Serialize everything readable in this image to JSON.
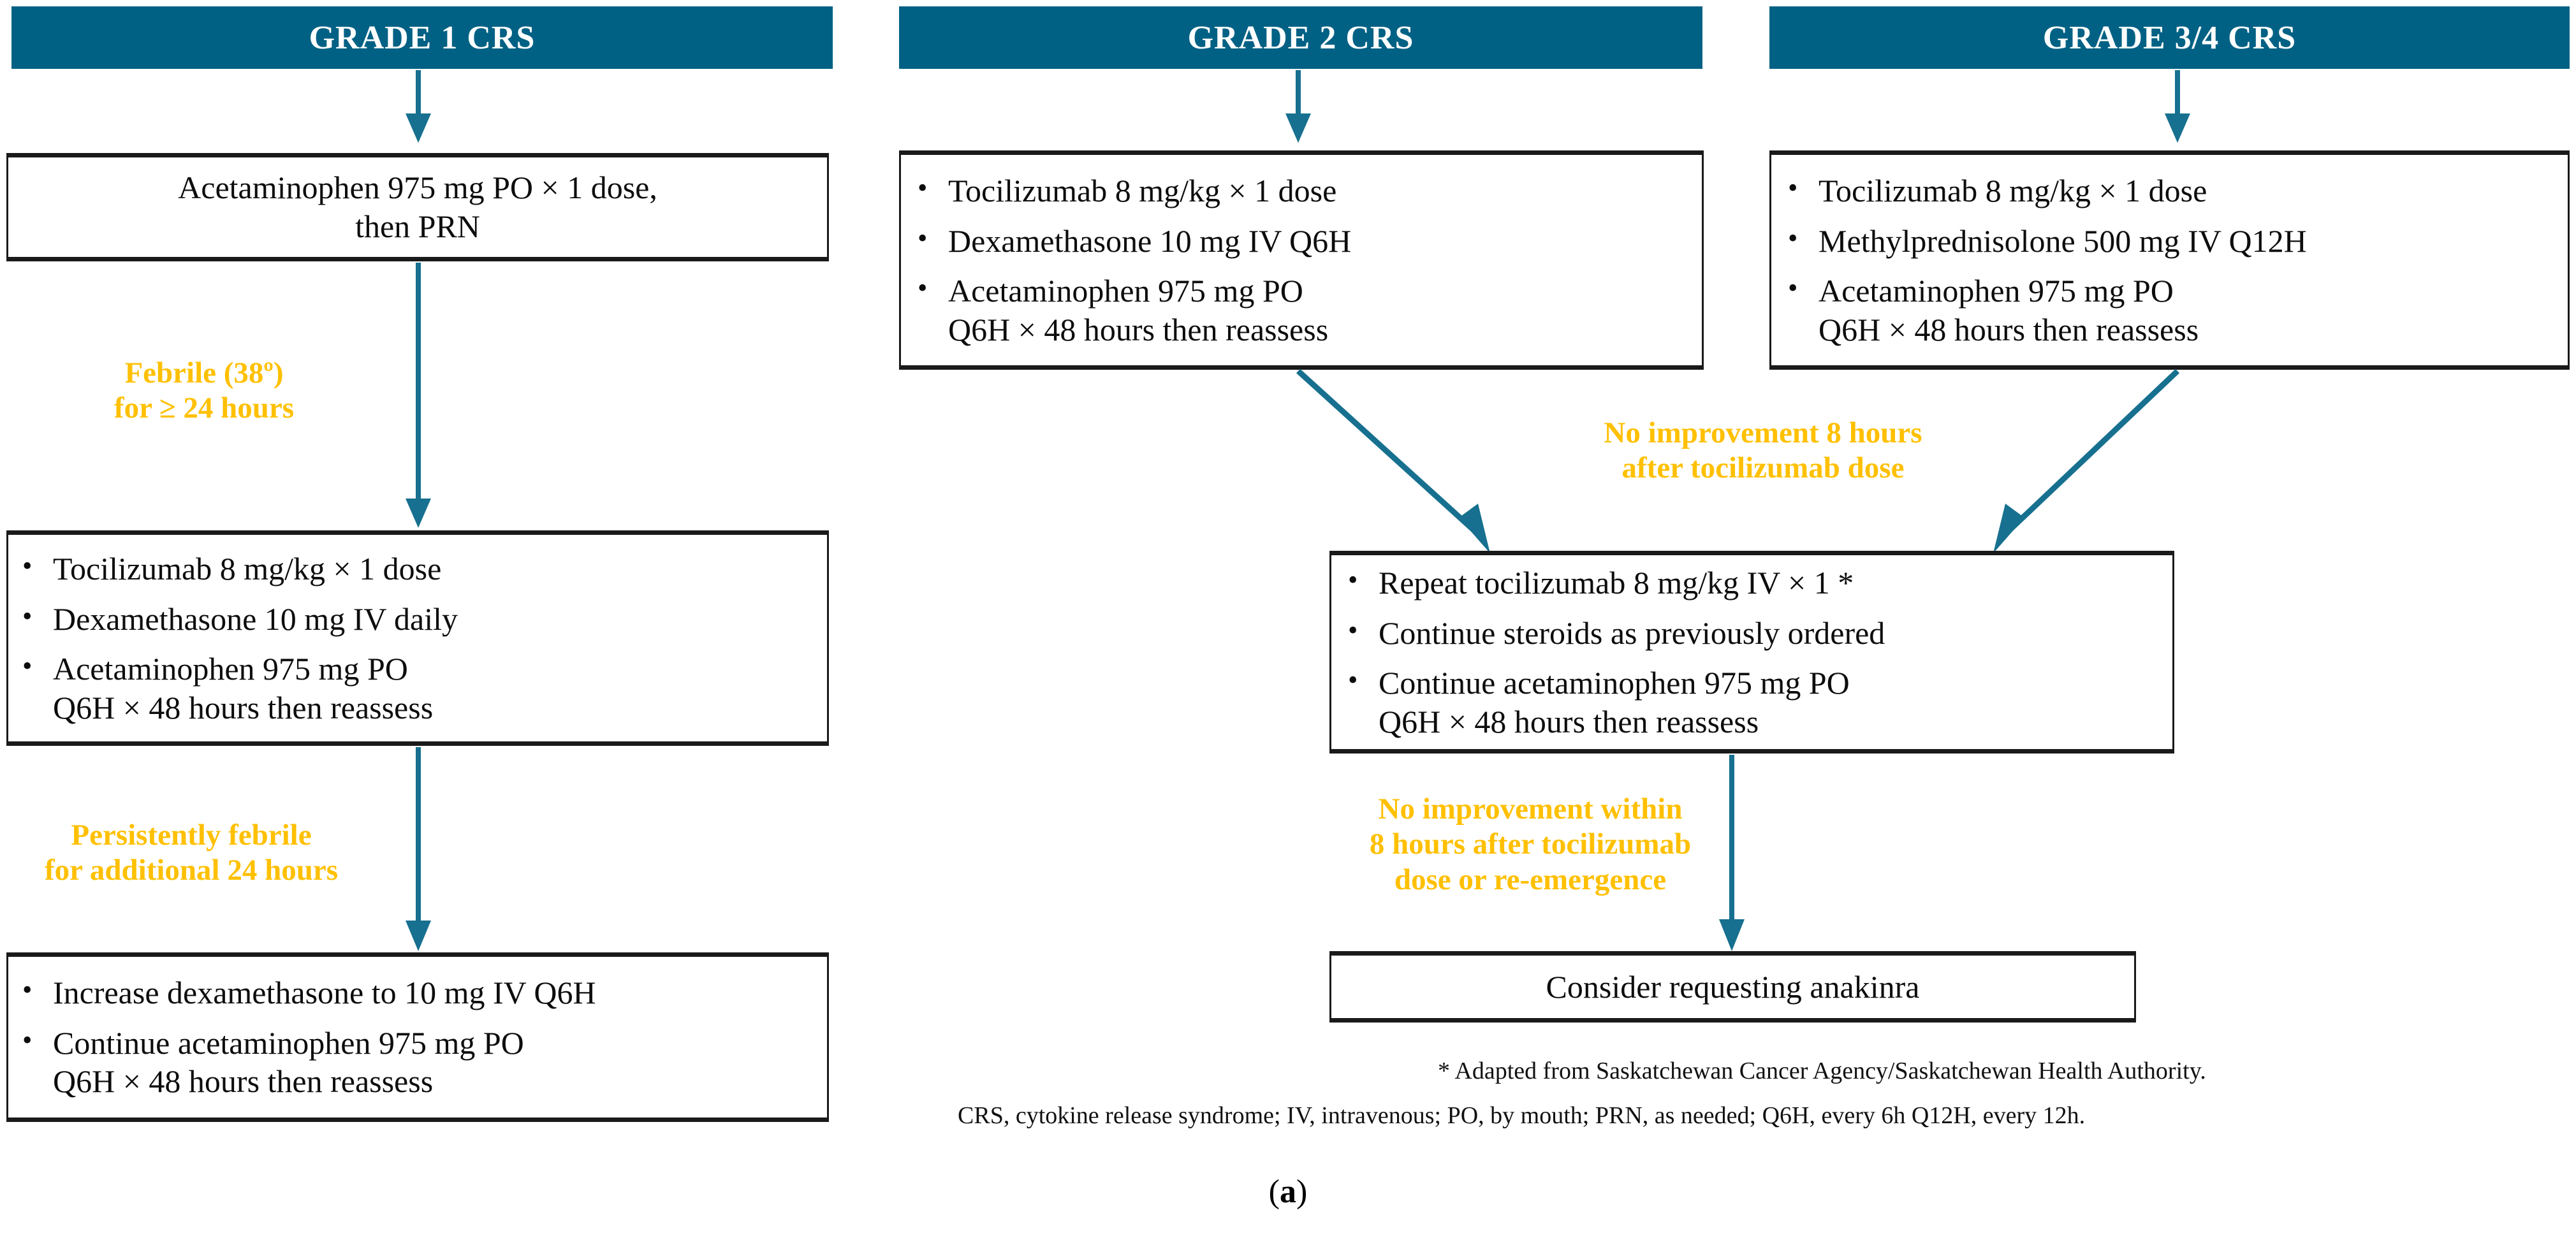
{
  "figure": {
    "caption": "(a)",
    "caption_prefix": "(",
    "caption_letter": "a",
    "caption_suffix": ")"
  },
  "colors": {
    "header_teal": "#006184",
    "label_yellow": "#FFC000",
    "arrow_teal": "#17708F",
    "box_border": "#1a1a1a",
    "text_black": "#0d0d0d"
  },
  "columns": [
    {
      "id": "grade1",
      "header": "GRADE 1 CRS",
      "boxes": [
        {
          "id": "g1-box1",
          "type": "center",
          "lines": [
            "Acetaminophen 975 mg PO × 1 dose,",
            "then PRN"
          ]
        },
        {
          "id": "g1-box2",
          "type": "bullets",
          "items": [
            {
              "line1": "Tocilizumab 8 mg/kg × 1 dose",
              "line2": ""
            },
            {
              "line1": "Dexamethasone 10 mg IV daily",
              "line2": ""
            },
            {
              "line1": "Acetaminophen 975 mg PO",
              "line2": "Q6H × 48 hours then reassess"
            }
          ]
        },
        {
          "id": "g1-box3",
          "type": "bullets",
          "items": [
            {
              "line1": "Increase dexamethasone to 10 mg  IV Q6H",
              "line2": ""
            },
            {
              "line1": "Continue acetaminophen 975 mg PO",
              "line2": "Q6H × 48 hours then reassess"
            }
          ]
        }
      ],
      "edge_labels": [
        {
          "id": "g1-label1",
          "text": "Febrile (38º)\nfor ≥ 24 hours"
        },
        {
          "id": "g1-label2",
          "text": "Persistently febrile\nfor additional 24 hours"
        }
      ]
    },
    {
      "id": "grade2",
      "header": "GRADE 2 CRS",
      "boxes": [
        {
          "id": "g2-box1",
          "type": "bullets",
          "items": [
            {
              "line1": "Tocilizumab 8 mg/kg × 1 dose",
              "line2": ""
            },
            {
              "line1": "Dexamethasone 10 mg IV Q6H",
              "line2": ""
            },
            {
              "line1": "Acetaminophen 975 mg PO",
              "line2": "Q6H × 48 hours then reassess"
            }
          ]
        }
      ],
      "edge_labels": []
    },
    {
      "id": "grade34",
      "header": "GRADE 3/4 CRS",
      "boxes": [
        {
          "id": "g34-box1",
          "type": "bullets",
          "items": [
            {
              "line1": "Tocilizumab 8 mg/kg × 1 dose",
              "line2": ""
            },
            {
              "line1": "Methylprednisolone 500 mg IV Q12H",
              "line2": ""
            },
            {
              "line1": "Acetaminophen 975 mg PO",
              "line2": "Q6H × 48 hours then reassess"
            }
          ]
        }
      ],
      "edge_labels": []
    }
  ],
  "shared": {
    "repeat_box": {
      "id": "repeat-box",
      "items": [
        {
          "line1": "Repeat tocilizumab 8 mg/kg  IV × 1 *",
          "line2": ""
        },
        {
          "line1": "Continue steroids as previously  ordered",
          "line2": ""
        },
        {
          "line1": "Continue acetaminophen 975 mg PO",
          "line2": "Q6H × 48 hours then reassess"
        }
      ]
    },
    "anakinra_box": {
      "id": "anakinra-box",
      "text": "Consider requesting anakinra"
    },
    "label_no_improvement_8h": "No improvement 8 hours\nafter tocilizumab dose",
    "label_no_improvement_within": "No improvement within\n8 hours after tocilizumab\ndose or re-emergence"
  },
  "footnotes": [
    "* Adapted from Saskatchewan Cancer Agency/Saskatchewan Health Authority.",
    "CRS, cytokine release syndrome;  IV, intravenous; PO, by mouth; PRN, as needed; Q6H, every 6h Q12H, every 12h."
  ]
}
